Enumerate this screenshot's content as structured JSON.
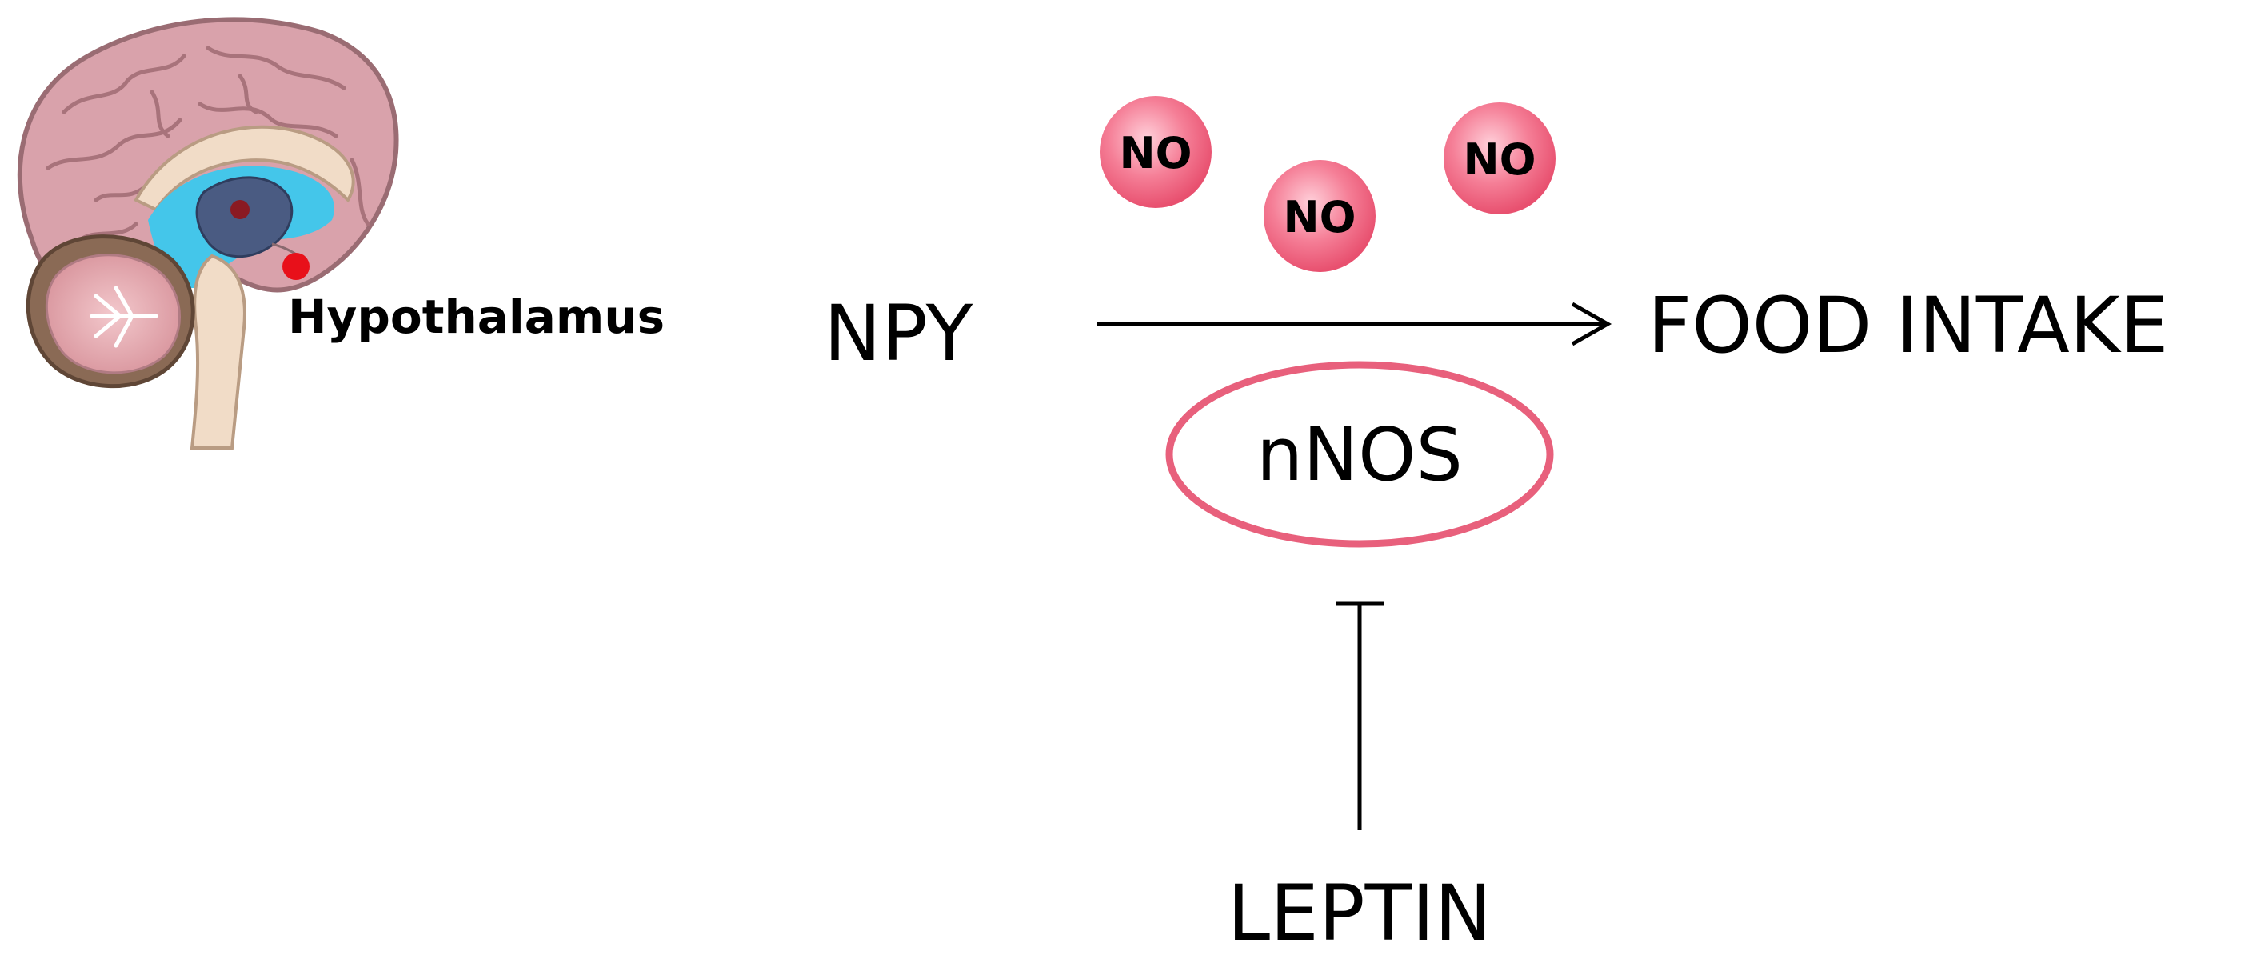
{
  "brain": {
    "label": "Hypothalamus",
    "icon": "brain-illustration-icon",
    "marker_color": "#e8101a"
  },
  "nodes": {
    "npy": "NPY",
    "food_intake": "FOOD INTAKE",
    "nnos": "nNOS",
    "leptin": "LEPTIN"
  },
  "no_molecules": [
    {
      "label": "NO"
    },
    {
      "label": "NO"
    },
    {
      "label": "NO"
    }
  ],
  "colors": {
    "no_fill": "#f06b86",
    "nnos_stroke": "#e8607c",
    "text": "#000000"
  }
}
